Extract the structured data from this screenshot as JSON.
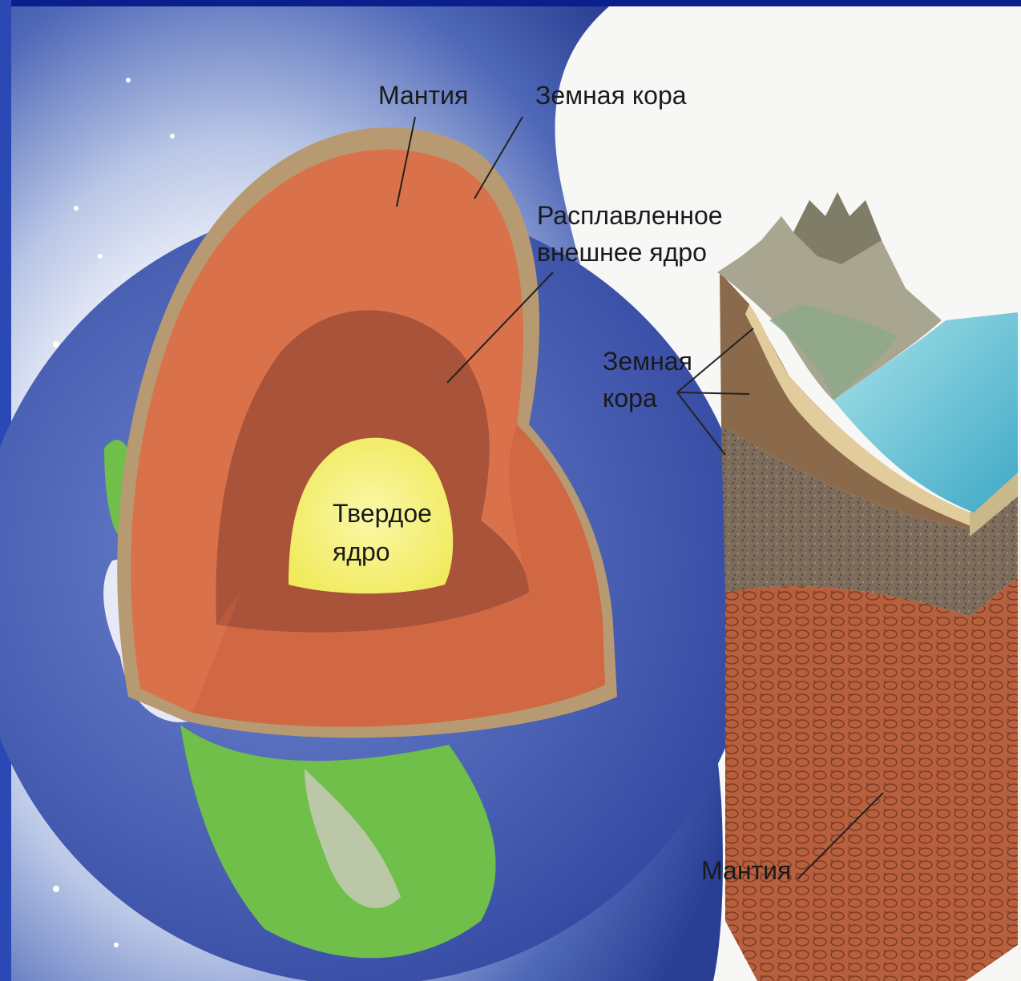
{
  "globe": {
    "mantle_label": "Мантия",
    "crust_label": "Земная кора",
    "outer_core_label_line1": "Расплавленное",
    "outer_core_label_line2": "внешнее ядро",
    "inner_core_label_line1": "Твердое",
    "inner_core_label_line2": "ядро"
  },
  "block": {
    "crust_label_line1": "Земная",
    "crust_label_line2": "кора",
    "mantle_label": "Мантия"
  },
  "colors": {
    "frame": "#0a1f8c",
    "space": "#3b5bb0",
    "mantle": "#d9714a",
    "outer_core": "#a9533a",
    "inner_core": "#f5f17a",
    "crust": "#b89a72",
    "ocean": "#6fc8d8",
    "land": "#6fbf4a"
  }
}
